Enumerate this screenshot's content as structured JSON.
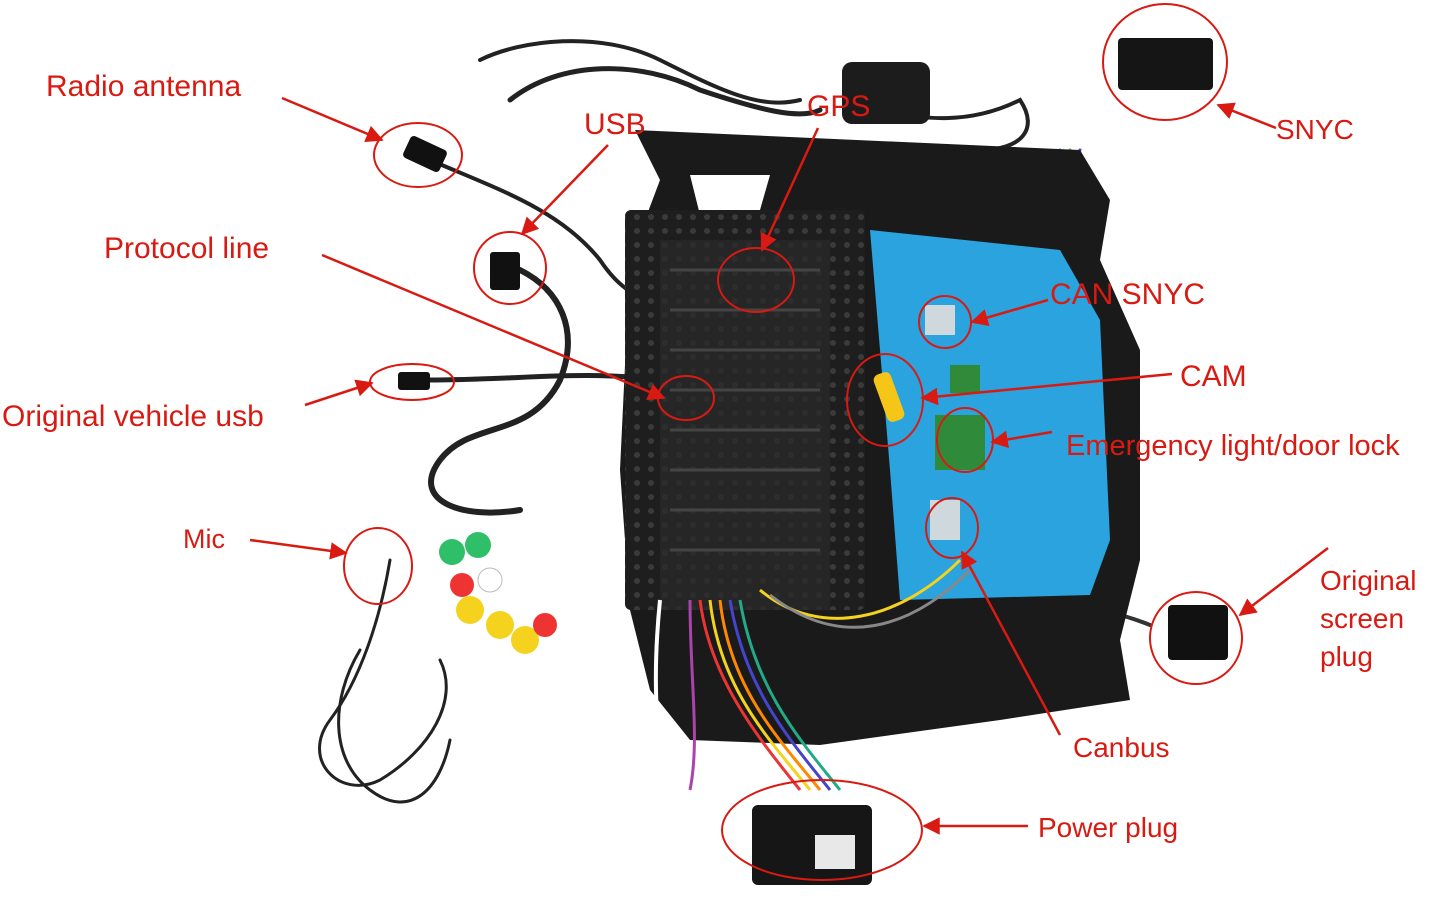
{
  "photo": {
    "subject": "car-stereo-unit-with-wiring-harness",
    "background_color": "#ffffff",
    "annotation_color": "#d81a12",
    "panel_color": "#2aa3de",
    "frame_color": "#1a1a1a"
  },
  "labels": {
    "radio_antenna": "Radio antenna",
    "usb": "USB",
    "gps": "GPS",
    "snyc": "SNYC",
    "protocol_line": "Protocol line",
    "can_snyc": "CAN SNYC",
    "cam": "CAM",
    "original_vehicle_usb": "Original vehicle usb",
    "emergency_light_door_lock": "Emergency light/door lock",
    "mic": "Mic",
    "original_screen_plug": "Original\nscreen\nplug",
    "canbus": "Canbus",
    "power_plug": "Power plug"
  }
}
